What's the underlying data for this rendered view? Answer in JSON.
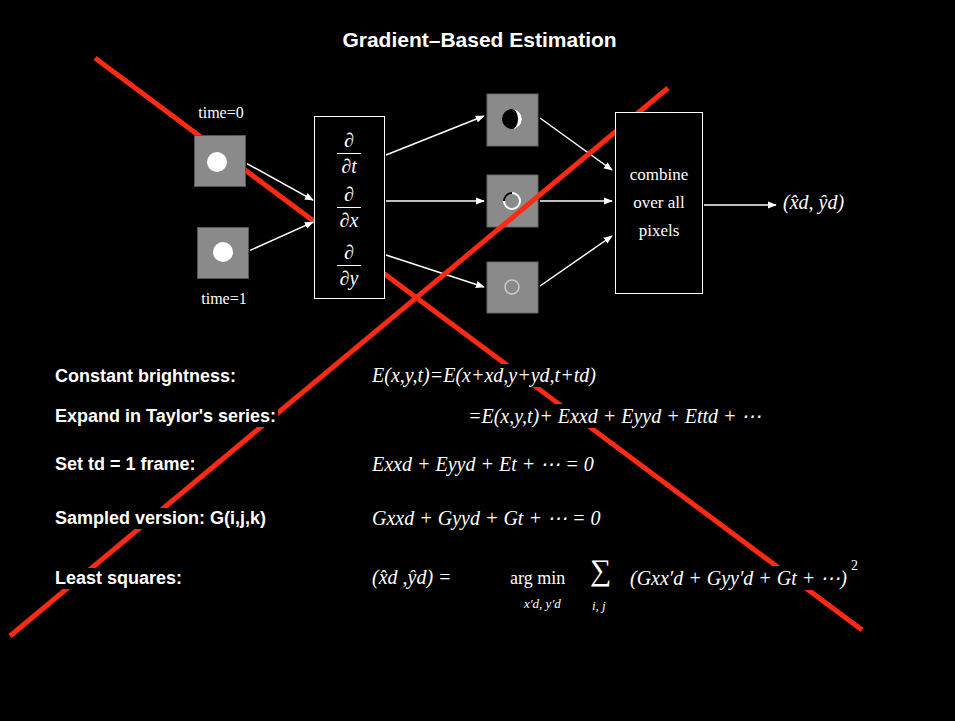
{
  "diagram": {
    "title": "Gradient–Based Estimation",
    "nodes": [
      {
        "text": [
          "time=0"
        ]
      },
      {
        "text": [
          "time=1"
        ]
      },
      {
        "text": [
          "∂ ∂t",
          "∂ ∂x",
          "∂ ∂y"
        ]
      },
      {
        "text": [
          "combine over all pixels"
        ]
      }
    ],
    "edges": [
      {
        "from": 0,
        "to": 2,
        "arrow": "to"
      },
      {
        "from": 1,
        "to": 2,
        "arrow": "to"
      }
    ],
    "labels": [
      "(x̂d, ŷd)",
      "Constant brightness:",
      "E(x,y,t)=E(x+xd,y+yd,t+td)",
      "Expand in Taylor's series:",
      "=E(x,y,t)+ Exxd + Eyyd + Ettd + ⋯",
      "Set td = 1 frame:",
      "Exxd + Eyyd + Et + ⋯ = 0",
      "Sampled version: G(i,j,k)",
      "Gxxd + Gyyd + Gt + ⋯ = 0",
      "Least squares:",
      "(x̂d ,ŷd) =",
      "arg min",
      "x′d, y′d",
      "∑",
      "i, j",
      "(Gxx′d + Gyy′d + Gt + ⋯)",
      "2"
    ]
  }
}
